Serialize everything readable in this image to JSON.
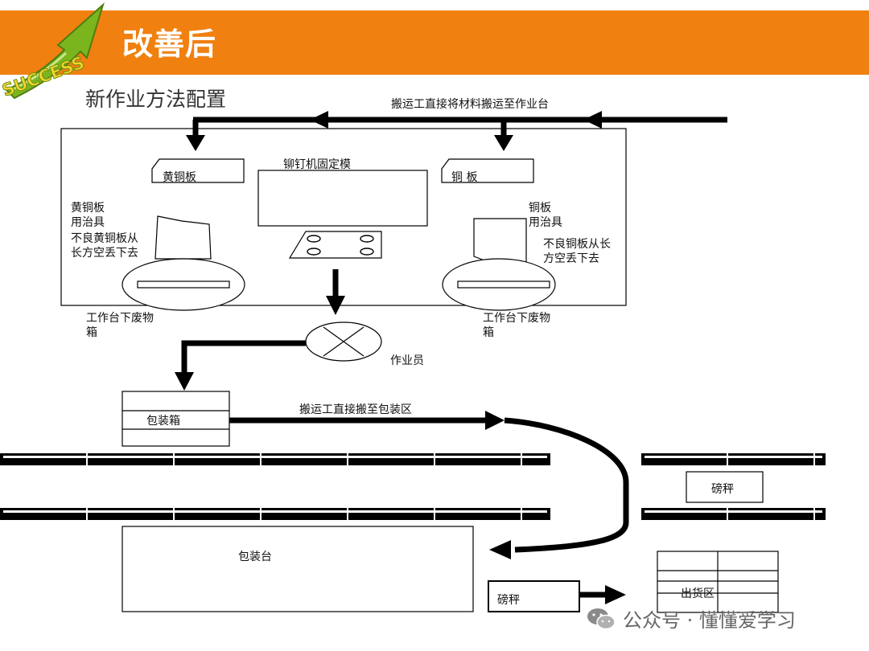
{
  "header": {
    "title": "改善后",
    "logo_text": "SUCCESS",
    "accent_color": "#f08010"
  },
  "subtitle": "新作业方法配置",
  "labels": {
    "top_transport": "搬运工直接将材料搬运至作业台",
    "brass_plate": "黄铜板",
    "copper_plate": "铜 板",
    "rivet_fixture": "铆钉机固定模",
    "brass_jig": "黄铜板\n用治具",
    "brass_reject": "不良黄铜板从\n长方空丢下去",
    "copper_jig": "铜板\n用治具",
    "copper_reject": "不良铜板从长\n方空丢下去",
    "waste_bin_left": "工作台下废物\n箱",
    "waste_bin_right": "工作台下废物\n箱",
    "operator": "作业员",
    "packing_box": "包装箱",
    "pack_transport": "搬运工直接搬至包装区",
    "scale_right": "磅秤",
    "packing_table": "包装台",
    "scale_bottom": "磅秤",
    "shipping_area": "出货区"
  },
  "watermark": {
    "text": "公众号 · 懂懂爱学习",
    "icon": "wechat-icon"
  }
}
